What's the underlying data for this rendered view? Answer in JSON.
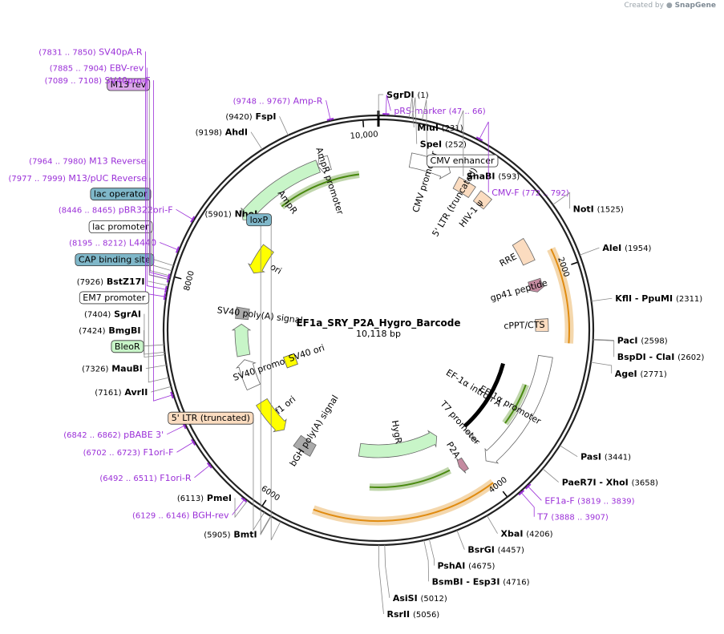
{
  "credit": {
    "prefix": "Created by",
    "brand": "SnapGene"
  },
  "plasmid": {
    "name": "EF1a_SRY_P2A_Hygro_Barcode",
    "size": "10,118 bp",
    "length": 10118
  },
  "colors": {
    "primer": "#9b30d8",
    "enzyme": "#000000",
    "backbone": "#222222"
  },
  "ruler": [
    {
      "pos": 10000,
      "label": "10,000"
    },
    {
      "pos": 2000,
      "label": "2000"
    },
    {
      "pos": 4000,
      "label": "4000"
    },
    {
      "pos": 6000,
      "label": "6000"
    },
    {
      "pos": 8000,
      "label": "8000"
    }
  ],
  "labels": [
    {
      "kind": "enzyme",
      "coord": "(1)",
      "name": "SgrDI",
      "pos": 1
    },
    {
      "kind": "primer",
      "coord": "(47 .. 66)",
      "name": "pRS-marker",
      "pos": 56
    },
    {
      "kind": "enzyme",
      "coord": "(231)",
      "name": "MluI",
      "pos": 231
    },
    {
      "kind": "enzyme",
      "coord": "(252)",
      "name": "SpeI",
      "pos": 252
    },
    {
      "kind": "boxed",
      "name": "CMV enhancer",
      "pos": 330,
      "fill": "#ffffff"
    },
    {
      "kind": "enzyme",
      "coord": "(593)",
      "name": "SnaBI",
      "pos": 593
    },
    {
      "kind": "primer",
      "coord": "(772 .. 792)",
      "name": "CMV-F",
      "pos": 782
    },
    {
      "kind": "enzyme",
      "coord": "(1525)",
      "name": "NotI",
      "pos": 1525
    },
    {
      "kind": "enzyme",
      "coord": "(1954)",
      "name": "AleI",
      "pos": 1954
    },
    {
      "kind": "enzyme",
      "coord": "(2311)",
      "name": "KflI - PpuMI",
      "pos": 2311
    },
    {
      "kind": "enzyme",
      "coord": "(2598)",
      "name": "PacI",
      "pos": 2598
    },
    {
      "kind": "enzyme",
      "coord": "(2602)",
      "name": "BspDI - ClaI",
      "pos": 2602
    },
    {
      "kind": "enzyme",
      "coord": "(2771)",
      "name": "AgeI",
      "pos": 2771
    },
    {
      "kind": "enzyme",
      "coord": "(3441)",
      "name": "PasI",
      "pos": 3441
    },
    {
      "kind": "enzyme",
      "coord": "(3658)",
      "name": "PaeR7I - XhoI",
      "pos": 3658
    },
    {
      "kind": "primer",
      "coord": "(3819 .. 3839)",
      "name": "EF1a-F",
      "pos": 3829
    },
    {
      "kind": "primer",
      "coord": "(3888 .. 3907)",
      "name": "T7",
      "pos": 3897
    },
    {
      "kind": "enzyme",
      "coord": "(4206)",
      "name": "XbaI",
      "pos": 4206
    },
    {
      "kind": "enzyme",
      "coord": "(4457)",
      "name": "BsrGI",
      "pos": 4457
    },
    {
      "kind": "enzyme",
      "coord": "(4675)",
      "name": "PshAI",
      "pos": 4675
    },
    {
      "kind": "enzyme",
      "coord": "(4716)",
      "name": "BsmBI - Esp3I",
      "pos": 4716
    },
    {
      "kind": "enzyme",
      "coord": "(5012)",
      "name": "AsiSI",
      "pos": 5012
    },
    {
      "kind": "enzyme",
      "coord": "(5056)",
      "name": "RsrII",
      "pos": 5056
    },
    {
      "kind": "boxed",
      "name": "loxP",
      "pos": 5820,
      "fill": "#7fb7c9"
    },
    {
      "kind": "enzyme",
      "coord": "(5901)",
      "name": "NheI",
      "pos": 5901
    },
    {
      "kind": "enzyme",
      "coord": "(5905)",
      "name": "BmtI",
      "pos": 5905
    },
    {
      "kind": "boxed",
      "name": "5' LTR (truncated)",
      "pos": 5960,
      "fill": "#fbdcc0"
    },
    {
      "kind": "enzyme",
      "coord": "(6113)",
      "name": "PmeI",
      "pos": 6113
    },
    {
      "kind": "primer",
      "coord": "(6129 .. 6146)",
      "name": "BGH-rev",
      "pos": 6137
    },
    {
      "kind": "primer",
      "coord": "(6492 .. 6511)",
      "name": "F1ori-R",
      "pos": 6501
    },
    {
      "kind": "primer",
      "coord": "(6702 .. 6723)",
      "name": "F1ori-F",
      "pos": 6712
    },
    {
      "kind": "primer",
      "coord": "(6842 .. 6862)",
      "name": "pBABE 3'",
      "pos": 6852
    },
    {
      "kind": "primer",
      "coord": "(7089 .. 7108)",
      "name": "SV40pro-F",
      "pos": 7098
    },
    {
      "kind": "enzyme",
      "coord": "(7161)",
      "name": "AvrII",
      "pos": 7161
    },
    {
      "kind": "boxed",
      "name": "EM7 promoter",
      "pos": 7230,
      "fill": "#ffffff"
    },
    {
      "kind": "enzyme",
      "coord": "(7326)",
      "name": "MauBI",
      "pos": 7326
    },
    {
      "kind": "enzyme",
      "coord": "(7404)",
      "name": "SgrAI",
      "pos": 7404
    },
    {
      "kind": "enzyme",
      "coord": "(7424)",
      "name": "BmgBI",
      "pos": 7424
    },
    {
      "kind": "boxed",
      "name": "BleoR",
      "pos": 7480,
      "fill": "#c8f5c8"
    },
    {
      "kind": "primer",
      "coord": "(7831 .. 7850)",
      "name": "SV40pA-R",
      "pos": 7840
    },
    {
      "kind": "primer",
      "coord": "(7885 .. 7904)",
      "name": "EBV-rev",
      "pos": 7894
    },
    {
      "kind": "enzyme",
      "coord": "(7926)",
      "name": "BstZ17I",
      "pos": 7926
    },
    {
      "kind": "boxed",
      "name": "M13 rev",
      "pos": 7970,
      "fill": "#dba6ea"
    },
    {
      "kind": "primer",
      "coord": "(7964 .. 7980)",
      "name": "M13 Reverse",
      "pos": 7972
    },
    {
      "kind": "boxed",
      "name": "lac operator",
      "pos": 8000,
      "fill": "#7fb7c9"
    },
    {
      "kind": "primer",
      "coord": "(7977 .. 7999)",
      "name": "M13/pUC Reverse",
      "pos": 7988
    },
    {
      "kind": "boxed",
      "name": "lac promoter",
      "pos": 8040,
      "fill": "#ffffff"
    },
    {
      "kind": "boxed",
      "name": "CAP binding site",
      "pos": 8080,
      "fill": "#7fb7c9"
    },
    {
      "kind": "primer",
      "coord": "(8195 .. 8212)",
      "name": "L4440",
      "pos": 8203
    },
    {
      "kind": "primer",
      "coord": "(8446 .. 8465)",
      "name": "pBR322ori-F",
      "pos": 8455
    },
    {
      "kind": "enzyme",
      "coord": "(9198)",
      "name": "AhdI",
      "pos": 9198
    },
    {
      "kind": "enzyme",
      "coord": "(9420)",
      "name": "FspI",
      "pos": 9420
    },
    {
      "kind": "primer",
      "coord": "(9748 .. 9767)",
      "name": "Amp-R",
      "pos": 9757
    }
  ],
  "features": [
    {
      "name": "AmpR",
      "start": 8690,
      "end": 9550,
      "strand": -1,
      "fill": "#c8f5c8",
      "label": "AmpR"
    },
    {
      "name": "AmpR promoter",
      "start": 9550,
      "end": 9660,
      "strand": -1,
      "fill": "#ffffff",
      "label": "AmpR promoter"
    },
    {
      "name": "ori",
      "start": 8280,
      "end": 8620,
      "strand": -1,
      "fill": "#ffff00",
      "label": "ori"
    },
    {
      "name": "CMV promoter",
      "start": 300,
      "end": 690,
      "strand": 1,
      "fill": "#ffffff",
      "label": "CMV promoter"
    },
    {
      "name": "5' LTR (truncated)",
      "start": 780,
      "end": 960,
      "strand": 0,
      "fill": "#fbdcc0",
      "label": "5' LTR (truncated)"
    },
    {
      "name": "HIV-1 psi",
      "start": 1020,
      "end": 1150,
      "strand": 0,
      "fill": "#fbdcc0",
      "label": "HIV-1 ψ"
    },
    {
      "name": "RRE",
      "start": 1620,
      "end": 1850,
      "strand": 0,
      "fill": "#fbdcc0",
      "label": "RRE"
    },
    {
      "name": "gp41 peptide",
      "start": 2030,
      "end": 2150,
      "strand": 1,
      "fill": "#c48aa0",
      "label": "gp41 peptide"
    },
    {
      "name": "cPPT/CTS",
      "start": 2420,
      "end": 2540,
      "strand": 0,
      "fill": "#fbdcc0",
      "label": "cPPT/CTS"
    },
    {
      "name": "EF-1a promoter",
      "start": 2780,
      "end": 3950,
      "strand": 1,
      "fill": "#ffffff",
      "label": "EF-1α promoter"
    },
    {
      "name": "HygR",
      "start": 4250,
      "end": 5310,
      "strand": -1,
      "fill": "#c8f5c8",
      "label": "HygR"
    },
    {
      "name": "P2A",
      "start": 4130,
      "end": 4200,
      "strand": 1,
      "fill": "#c48aa0",
      "label": "P2A"
    },
    {
      "name": "bGH poly(A) signal",
      "start": 5860,
      "end": 6080,
      "strand": 0,
      "fill": "#aaaaaa",
      "label": "bGH poly(A) signal"
    },
    {
      "name": "f1 ori",
      "start": 6280,
      "end": 6700,
      "strand": -1,
      "fill": "#ffff00",
      "label": "f1 ori"
    },
    {
      "name": "SV40 promoter",
      "start": 6900,
      "end": 7240,
      "strand": 1,
      "fill": "#ffffff",
      "label": "SV40 promoter"
    },
    {
      "name": "BleoR",
      "start": 7290,
      "end": 7660,
      "strand": 1,
      "fill": "#c8f5c8",
      "label": ""
    },
    {
      "name": "SV40 poly(A) signal",
      "start": 7720,
      "end": 7850,
      "strand": 0,
      "fill": "#aaaaaa",
      "label": "SV40 poly(A) signal"
    },
    {
      "name": "EF-1a intron A",
      "start": 2950,
      "end": 3880,
      "strand": 0,
      "fill": "#000000",
      "label": "EF-1α intron A"
    },
    {
      "name": "SV40 ori",
      "start": 7050,
      "end": 7110,
      "strand": 0,
      "fill": "#ffff00",
      "label": "SV40 ori"
    },
    {
      "name": "T7 promoter",
      "start": 3890,
      "end": 3910,
      "strand": 1,
      "fill": "#ffffff",
      "label": "T7 promoter"
    }
  ],
  "inner_arcs": [
    {
      "name": "orf-green-1",
      "start": 9050,
      "end": 9920,
      "strand": -1,
      "color": "#4a8a10"
    },
    {
      "name": "orf-orange-1",
      "start": 1820,
      "end": 2640,
      "strand": 1,
      "color": "#e08b10"
    },
    {
      "name": "orf-green-2",
      "start": 3100,
      "end": 3550,
      "strand": -1,
      "color": "#4a8a10"
    },
    {
      "name": "orf-orange-2",
      "start": 4020,
      "end": 5620,
      "strand": -1,
      "color": "#e08b10"
    },
    {
      "name": "orf-green-3",
      "start": 4300,
      "end": 5150,
      "strand": 1,
      "color": "#4a8a10"
    }
  ]
}
